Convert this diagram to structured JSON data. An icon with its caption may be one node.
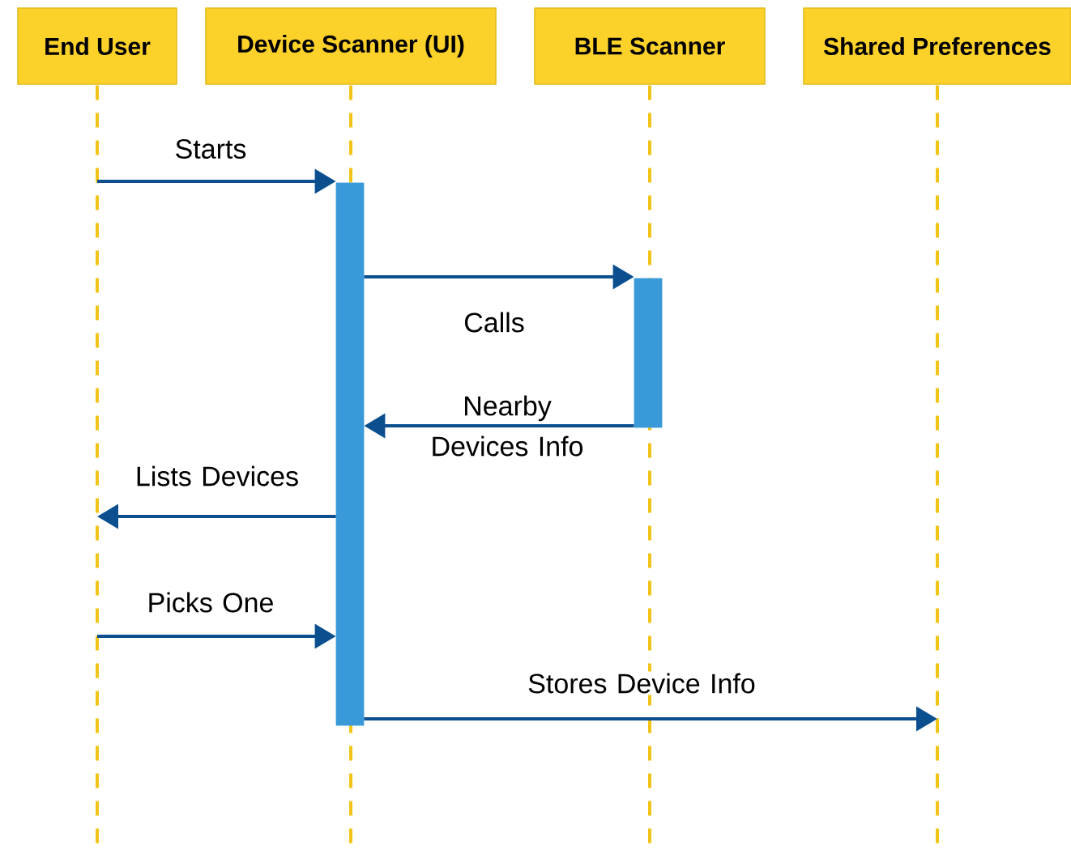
{
  "diagram": {
    "nodes": [
      {
        "text": [
          "End User"
        ]
      },
      {
        "text": [
          "Device Scanner (UI)"
        ]
      },
      {
        "text": [
          "BLE Scanner"
        ]
      },
      {
        "text": [
          "Shared Preferences"
        ]
      },
      {
        "text": [],
        "shape": "bar"
      },
      {
        "text": [],
        "shape": "bar"
      },
      {
        "text": [],
        "shape": "line"
      },
      {
        "text": [],
        "shape": "line"
      },
      {
        "text": [],
        "shape": "line"
      },
      {
        "text": [],
        "shape": "line"
      }
    ],
    "edges": [
      {
        "from": 6,
        "to": 4,
        "arrow": "to",
        "label": "Starts"
      },
      {
        "from": 4,
        "to": 5,
        "arrow": "to",
        "label": "Calls"
      },
      {
        "from": 5,
        "to": 4,
        "arrow": "to",
        "label": "Nearby Devices Info"
      },
      {
        "from": 4,
        "to": 6,
        "arrow": "to",
        "label": "Lists Devices"
      },
      {
        "from": 6,
        "to": 4,
        "arrow": "to",
        "label": "Picks One"
      },
      {
        "from": 4,
        "to": 9,
        "arrow": "to",
        "label": "Stores Device Info"
      }
    ]
  }
}
